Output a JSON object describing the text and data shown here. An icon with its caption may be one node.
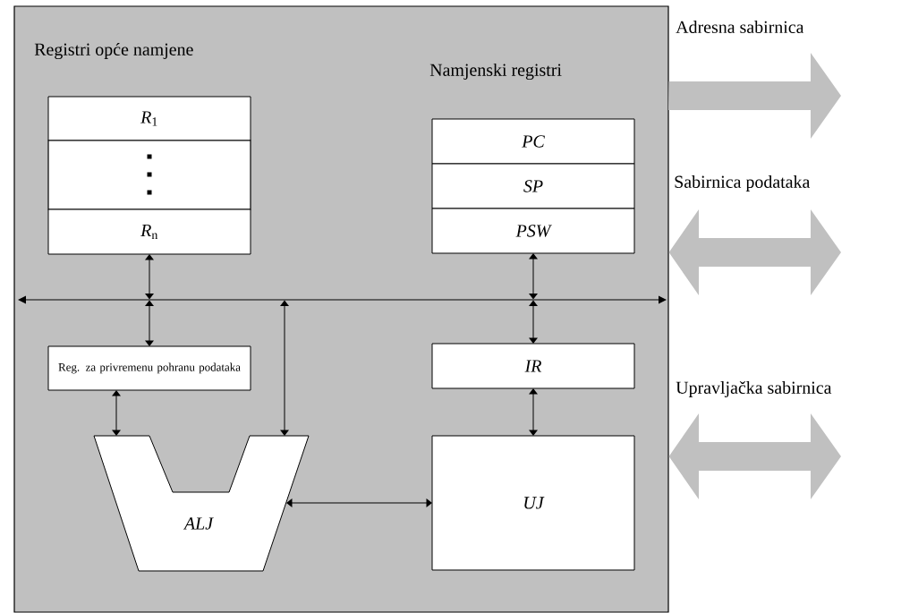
{
  "diagram": {
    "nodes": [
      {
        "text": [],
        "shape": "box"
      },
      {
        "text": [
          "*R*$_{1}$"
        ],
        "in": 0
      },
      {
        "text": [],
        "shape": "box",
        "in": 0
      },
      {
        "text": [
          "*R*$_{n}$"
        ],
        "in": 0
      },
      {
        "text": [
          "PC"
        ],
        "in": 0
      },
      {
        "text": [
          "SP"
        ],
        "in": 0
      },
      {
        "text": [
          "PSW"
        ],
        "in": 0
      },
      {
        "text": [],
        "shape": "bar",
        "in": 0
      },
      {
        "text": [
          "Reg. za privremenu pohranu podataka"
        ],
        "in": 0
      },
      {
        "text": [
          "IR"
        ],
        "in": 0
      },
      {
        "text": [
          "ALJ"
        ],
        "in": 0
      },
      {
        "text": [
          "UJ"
        ],
        "in": 0
      }
    ],
    "edges": [
      {
        "from": 3,
        "to": 7,
        "arrow": "both"
      },
      {
        "from": 7,
        "to": 8,
        "arrow": "both"
      },
      {
        "from": 8,
        "to": 10,
        "arrow": "both"
      },
      {
        "from": 7,
        "to": 10,
        "arrow": "both"
      },
      {
        "from": 6,
        "to": 7,
        "arrow": "both"
      },
      {
        "from": 7,
        "to": 9,
        "arrow": "both"
      },
      {
        "from": 9,
        "to": 11,
        "arrow": "both"
      },
      {
        "from": 10,
        "to": 11,
        "arrow": "both"
      },
      {
        "from": 0,
        "to": null,
        "arrow": "to",
        "label": "Adresna sabirnica",
        "style": "thick",
        "color": "#c0c0c0"
      },
      {
        "from": 0,
        "to": null,
        "arrow": "both",
        "label": "Sabirnica podataka",
        "style": "thick",
        "color": "#c0c0c0"
      },
      {
        "from": 0,
        "to": null,
        "arrow": "both",
        "label": "Upravljačka sabirnica",
        "style": "thick",
        "color": "#c0c0c0"
      }
    ],
    "labels": [
      "Registri opće namjene",
      "Namjenski registri"
    ]
  }
}
